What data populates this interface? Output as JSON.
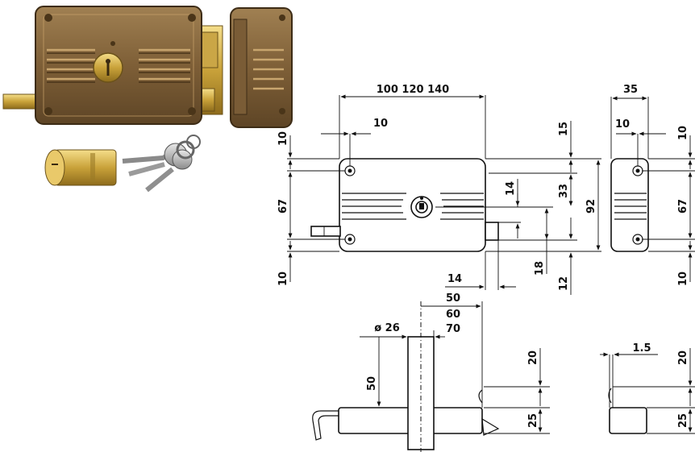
{
  "dimensions": {
    "width_options": "100 120 140",
    "offset_left": "10",
    "offset_top_right": "15",
    "top_margin_left": "10",
    "hole_spacing_left": "67",
    "bottom_margin_left": "10",
    "key_height": "14",
    "key_to_top": "33",
    "total_height": "92",
    "bolt_from_key": "18",
    "bolt_to_bottom": "12",
    "bolt_width": "14",
    "keeper_width": "35",
    "keeper_offset": "10",
    "keeper_top_margin": "10",
    "keeper_hole_spacing": "67",
    "keeper_bottom_margin": "10",
    "backset_a": "50",
    "backset_b": "60",
    "backset_c": "70",
    "cylinder_diameter": "ø 26",
    "handle_height": "50",
    "side_top": "20",
    "side_bottom": "25",
    "keeper_side_thickness": "1.5",
    "keeper_side_top": "20",
    "keeper_side_bottom": "25"
  }
}
